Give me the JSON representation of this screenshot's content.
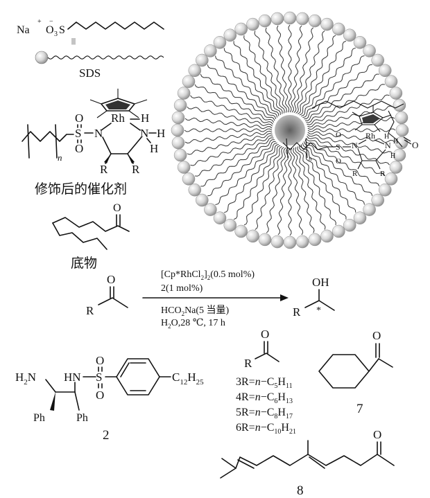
{
  "sds_formula": {
    "na": "Na",
    "plus": "+",
    "minus": "−",
    "o3s": "O",
    "o3s_sub": "3",
    "s": "S",
    "stub": "|||"
  },
  "labels": {
    "sds": "SDS",
    "modified_catalyst": "修饰后的催化剂",
    "substrate": "底物",
    "compound_2": "2",
    "compound_7": "7",
    "compound_8": "8"
  },
  "catalyst_atoms": {
    "rh": "Rh",
    "h_rh": "H",
    "n_left": "N",
    "n_right": "N",
    "h_n1": "H",
    "h_n2": "H",
    "s": "S",
    "o_top": "O",
    "o_bottom": "O",
    "n_sub": "n",
    "r1": "R",
    "r2": "R"
  },
  "micelle_atoms": {
    "rh": "Rh",
    "h1": "H",
    "h2": "H",
    "h3": "H",
    "n1": "N",
    "n2": "N",
    "s": "S",
    "o1": "O",
    "o2": "O",
    "o_ketone": "O",
    "n_sub": "n",
    "r1": "R",
    "r2": "R"
  },
  "reaction": {
    "reactant_o": "O",
    "reactant_r": "R",
    "product_oh": "OH",
    "product_r": "R",
    "stereo": "*",
    "cond_1": "[Cp*RhCl",
    "cond_1_sub": "2",
    "cond_1_end": "]",
    "cond_1_sub2": "2",
    "cond_1_tail": "(0.5 mol%)",
    "cond_2": "2(1 mol%)",
    "cond_3": "HCO",
    "cond_3_sub": "2",
    "cond_3_tail": "Na(5 当量)",
    "cond_4": "H",
    "cond_4_sub": "2",
    "cond_4_tail": "O,28 ℃, 17 h"
  },
  "ligand_2": {
    "h2n": "H",
    "h2n_sub": "2",
    "h2n_n": "N",
    "hn": "HN",
    "s": "S",
    "o_top": "O",
    "o_bottom": "O",
    "ph1": "Ph",
    "ph2": "Ph",
    "tail": "C",
    "tail_sub": "12",
    "tail_h": "H",
    "tail_sub2": "25"
  },
  "substrates": {
    "o": "O",
    "r": "R",
    "list": [
      {
        "num": "3R=",
        "n": "n",
        "c": "−C",
        "cs": "5",
        "h": "H",
        "hs": "11"
      },
      {
        "num": "4R=",
        "n": "n",
        "c": "−C",
        "cs": "6",
        "h": "H",
        "hs": "13"
      },
      {
        "num": "5R=",
        "n": "n",
        "c": "−C",
        "cs": "8",
        "h": "H",
        "hs": "17"
      },
      {
        "num": "6R=",
        "n": "n",
        "c": "−C",
        "cs": "10",
        "h": "H",
        "hs": "21"
      }
    ],
    "o7": "O",
    "o8": "O"
  }
}
